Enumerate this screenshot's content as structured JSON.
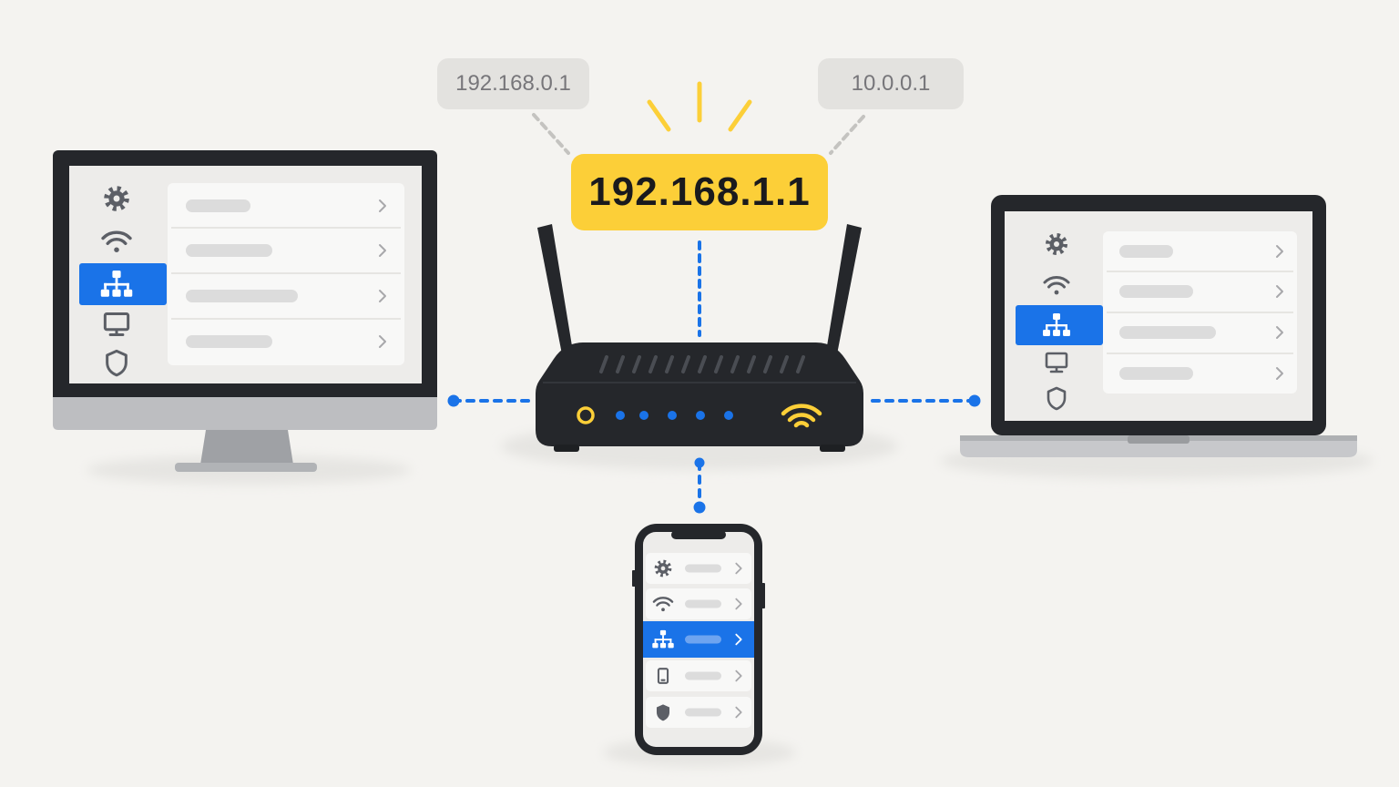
{
  "labels": {
    "alt_ip_left": "192.168.0.1",
    "alt_ip_right": "10.0.0.1",
    "main_ip": "192.168.1.1"
  },
  "colors": {
    "background": "#f4f3f0",
    "accent_blue": "#1a73e8",
    "highlight_yellow": "#fccf38",
    "device_dark": "#25272b",
    "screen_bg": "#edecea",
    "row_bg": "#f8f8f7",
    "placeholder_gray": "#dcdcdc",
    "icon_gray": "#5c5f66"
  },
  "devices": {
    "desktop": {
      "menu": [
        "gear-icon",
        "wifi-icon",
        "network-icon",
        "monitor-icon",
        "shield-icon"
      ],
      "selected": "network-icon"
    },
    "laptop": {
      "menu": [
        "gear-icon",
        "wifi-icon",
        "network-icon",
        "monitor-icon",
        "shield-icon"
      ],
      "selected": "network-icon"
    },
    "phone": {
      "menu": [
        "gear-icon",
        "wifi-icon",
        "network-icon",
        "phone-icon",
        "shield-icon"
      ],
      "selected": "network-icon"
    }
  },
  "router": {
    "status_lights": 5,
    "icons": [
      "power-icon",
      "wifi-icon"
    ]
  }
}
